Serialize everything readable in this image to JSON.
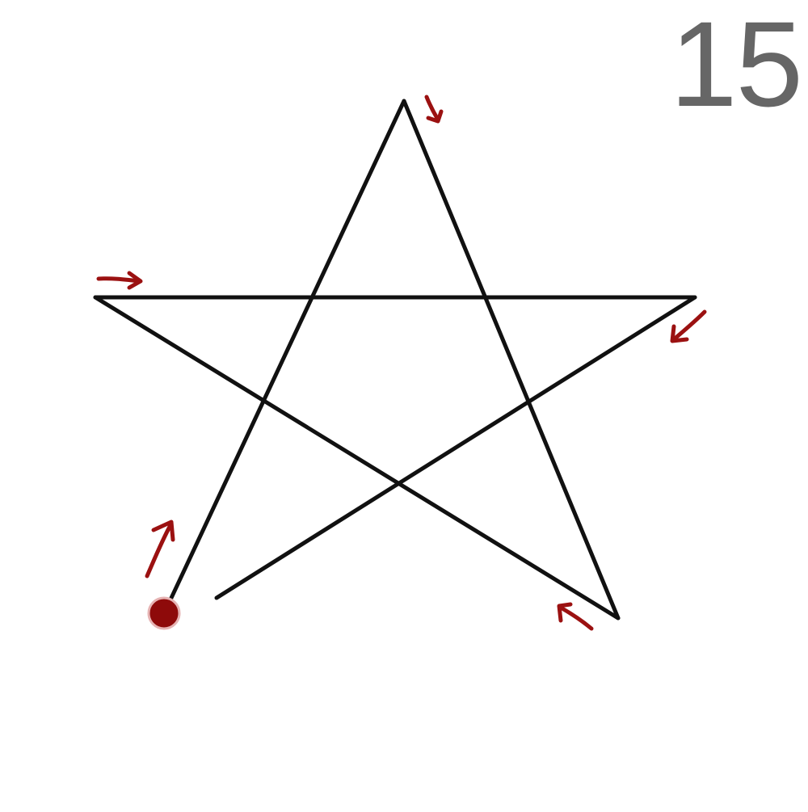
{
  "step_number": "15",
  "colors": {
    "star_stroke": "#111111",
    "arrow": "#9b1111",
    "start_dot": "#8e0a0a",
    "number": "#666666",
    "background": "#ffffff"
  },
  "diagram": {
    "shape": "five-pointed star",
    "drawing_order": [
      "start-bottom-left",
      "top",
      "bottom-right",
      "left",
      "right",
      "end-near-bottom-left"
    ],
    "direction_arrows": [
      {
        "name": "arrow-up-right",
        "icon": "arrow-icon"
      },
      {
        "name": "arrow-down-right",
        "icon": "arrow-icon"
      },
      {
        "name": "arrow-up-left",
        "icon": "arrow-icon"
      },
      {
        "name": "arrow-right",
        "icon": "arrow-icon"
      },
      {
        "name": "arrow-down-left",
        "icon": "arrow-icon"
      }
    ],
    "start_marker": "start-dot"
  }
}
